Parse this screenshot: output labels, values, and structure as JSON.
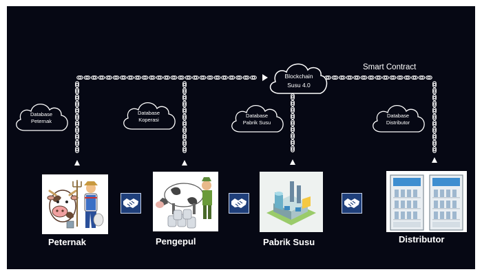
{
  "network": {
    "blockchain_label": [
      "Blockchain",
      "Susu 4.0"
    ],
    "contract_label": "Smart Contract"
  },
  "databases": [
    {
      "lines": [
        "Database",
        "Peternak"
      ]
    },
    {
      "lines": [
        "Database",
        "Koperasi"
      ]
    },
    {
      "lines": [
        "Database",
        "Pabrik Susu"
      ]
    },
    {
      "lines": [
        "Database",
        "Distributor"
      ]
    }
  ],
  "actors": [
    {
      "name": "Peternak",
      "icon": "farmer-with-cow-icon"
    },
    {
      "name": "Pengepul",
      "icon": "collector-with-cow-and-milk-cans-icon"
    },
    {
      "name": "Pabrik Susu",
      "icon": "milk-factory-icon"
    },
    {
      "name": "Distributor",
      "icon": "milk-fridge-icon"
    }
  ],
  "connectors": [
    {
      "icon": "handshake-icon"
    },
    {
      "icon": "handshake-icon"
    },
    {
      "icon": "handshake-icon"
    }
  ],
  "colors": {
    "background": "#060814",
    "foreground": "#ffffff",
    "handshake_box": "#1f3f7a"
  }
}
